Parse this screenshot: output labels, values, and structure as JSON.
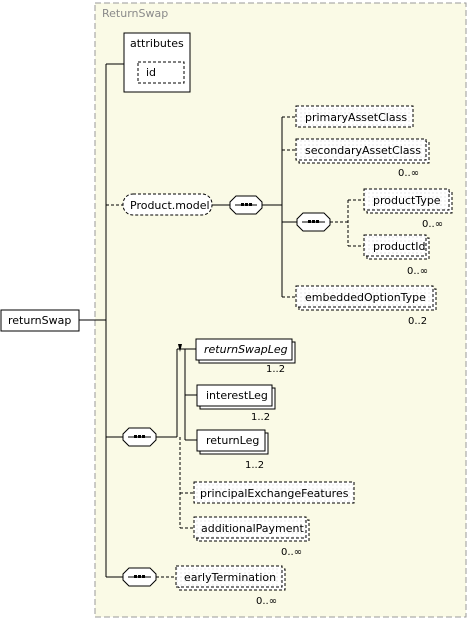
{
  "group": {
    "title": "ReturnSwap"
  },
  "root": {
    "label": "returnSwap"
  },
  "attributes": {
    "title": "attributes",
    "items": [
      "id"
    ]
  },
  "product_model": {
    "label": "Product.model"
  },
  "model_children": [
    {
      "label": "primaryAssetClass",
      "occurs": ""
    },
    {
      "label": "secondaryAssetClass",
      "occurs": "0..∞"
    },
    {
      "label": "embeddedOptionType",
      "occurs": "0..2"
    }
  ],
  "product_choice_children": [
    {
      "label": "productType",
      "occurs": "0..∞"
    },
    {
      "label": "productId",
      "occurs": "0..∞"
    }
  ],
  "legs": {
    "abstract": {
      "label": "returnSwapLeg",
      "occurs": "1..2"
    },
    "substitutes": [
      {
        "label": "interestLeg",
        "occurs": "1..2"
      },
      {
        "label": "returnLeg",
        "occurs": "1..2"
      }
    ]
  },
  "swap_children": [
    {
      "label": "principalExchangeFeatures",
      "occurs": ""
    },
    {
      "label": "additionalPayment",
      "occurs": "0..∞"
    }
  ],
  "termination": {
    "label": "earlyTermination",
    "occurs": "0..∞"
  },
  "colors": {
    "group_fill": "#fafae6",
    "group_border": "#9a9a9a",
    "line": "#000000"
  }
}
